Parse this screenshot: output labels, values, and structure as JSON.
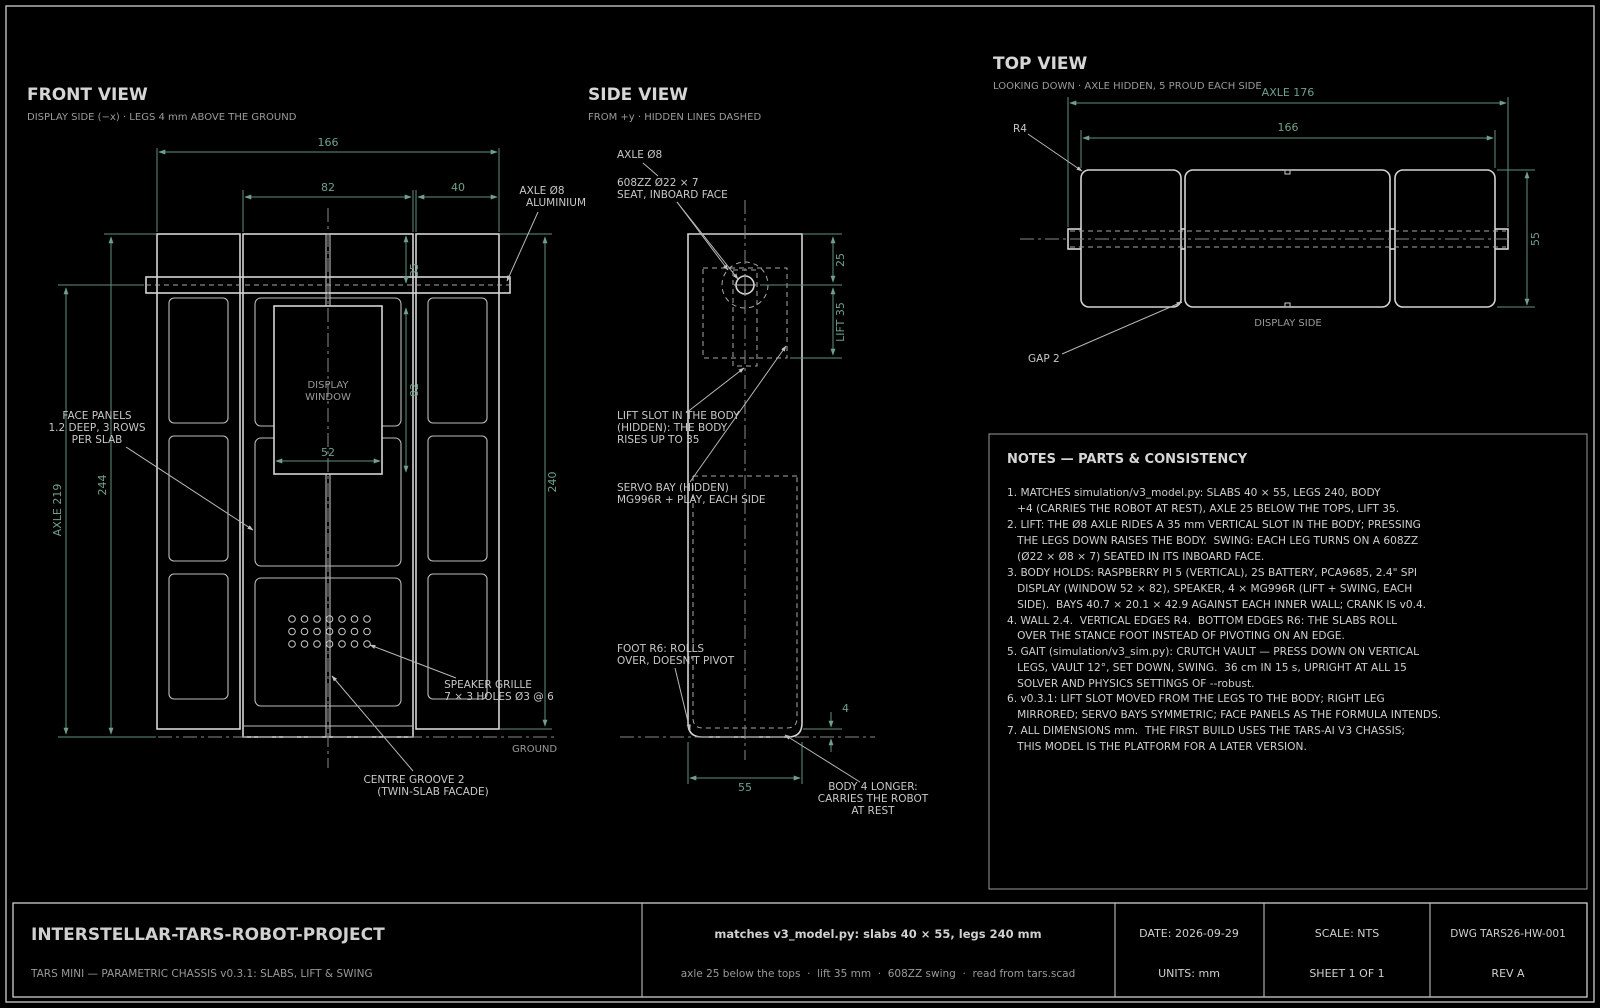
{
  "views": {
    "front": {
      "title": "FRONT VIEW",
      "subtitle": "DISPLAY SIDE (−x) · LEGS 4 mm ABOVE THE GROUND",
      "dims": {
        "overall_width": "166",
        "center_width": "82",
        "leg_width": "40",
        "axle_height": "AXLE 219",
        "body_height": "244",
        "leg_height": "240",
        "axle_from_top": "35",
        "window_height": "82",
        "window_width": "52"
      },
      "labels": {
        "axle": [
          "AXLE Ø8",
          "ALUMINIUM"
        ],
        "face_panels": [
          "FACE PANELS",
          "1.2 DEEP, 3 ROWS",
          "PER SLAB"
        ],
        "display_window": [
          "DISPLAY",
          "WINDOW"
        ],
        "speaker": [
          "SPEAKER GRILLE",
          "7 × 3 HOLES Ø3 @ 6"
        ],
        "groove": [
          "CENTRE GROOVE 2",
          "(TWIN-SLAB FACADE)"
        ],
        "ground": "GROUND"
      }
    },
    "side": {
      "title": "SIDE VIEW",
      "subtitle": "FROM +y · HIDDEN LINES DASHED",
      "dims": {
        "top": "25",
        "lift": "LIFT 35",
        "foot": "4",
        "depth": "55"
      },
      "labels": {
        "axle": "AXLE Ø8",
        "bearing": [
          "608ZZ Ø22 × 7",
          "SEAT, INBOARD FACE"
        ],
        "lift_slot": [
          "LIFT SLOT IN THE BODY",
          "(HIDDEN): THE BODY",
          "RISES UP TO 35"
        ],
        "servo": [
          "SERVO BAY (HIDDEN)",
          "MG996R + PLAY, EACH SIDE"
        ],
        "foot": [
          "FOOT R6: ROLLS",
          "OVER, DOESN'T PIVOT"
        ],
        "body_longer": [
          "BODY 4 LONGER:",
          "CARRIES THE ROBOT",
          "AT REST"
        ]
      }
    },
    "top": {
      "title": "TOP VIEW",
      "subtitle": "LOOKING DOWN · AXLE HIDDEN, 5 PROUD EACH SIDE",
      "dims": {
        "axle": "AXLE 176",
        "width": "166",
        "depth": "55"
      },
      "labels": {
        "r4": "R4",
        "gap": "GAP 2",
        "display_side": "DISPLAY SIDE"
      }
    }
  },
  "notes": {
    "title": "NOTES — PARTS & CONSISTENCY",
    "lines": [
      "1. MATCHES simulation/v3_model.py: SLABS 40 × 55, LEGS 240, BODY",
      "   +4 (CARRIES THE ROBOT AT REST), AXLE 25 BELOW THE TOPS, LIFT 35.",
      "2. LIFT: THE Ø8 AXLE RIDES A 35 mm VERTICAL SLOT IN THE BODY; PRESSING",
      "   THE LEGS DOWN RAISES THE BODY.  SWING: EACH LEG TURNS ON A 608ZZ",
      "   (Ø22 × Ø8 × 7) SEATED IN ITS INBOARD FACE.",
      "3. BODY HOLDS: RASPBERRY PI 5 (VERTICAL), 2S BATTERY, PCA9685, 2.4\" SPI",
      "   DISPLAY (WINDOW 52 × 82), SPEAKER, 4 × MG996R (LIFT + SWING, EACH",
      "   SIDE).  BAYS 40.7 × 20.1 × 42.9 AGAINST EACH INNER WALL; CRANK IS v0.4.",
      "4. WALL 2.4.  VERTICAL EDGES R4.  BOTTOM EDGES R6: THE SLABS ROLL",
      "   OVER THE STANCE FOOT INSTEAD OF PIVOTING ON AN EDGE.",
      "5. GAIT (simulation/v3_sim.py): CRUTCH VAULT — PRESS DOWN ON VERTICAL",
      "   LEGS, VAULT 12°, SET DOWN, SWING.  36 cm IN 15 s, UPRIGHT AT ALL 15",
      "   SOLVER AND PHYSICS SETTINGS OF --robust.",
      "6. v0.3.1: LIFT SLOT MOVED FROM THE LEGS TO THE BODY; RIGHT LEG",
      "   MIRRORED; SERVO BAYS SYMMETRIC; FACE PANELS AS THE FORMULA INTENDS.",
      "7. ALL DIMENSIONS mm.  THE FIRST BUILD USES THE TARS-AI V3 CHASSIS;",
      "   THIS MODEL IS THE PLATFORM FOR A LATER VERSION."
    ]
  },
  "title_block": {
    "project": "INTERSTELLAR-TARS-ROBOT-PROJECT",
    "subtitle": "TARS MINI — PARAMETRIC CHASSIS v0.3.1: SLABS, LIFT & SWING",
    "match_line": "matches v3_model.py: slabs 40 × 55, legs 240 mm",
    "detail_line": "axle 25 below the tops  ·  lift 35 mm  ·  608ZZ swing  ·  read from tars.scad",
    "date": "DATE: 2026-09-29",
    "units": "UNITS: mm",
    "scale": "SCALE: NTS",
    "sheet": "SHEET 1 OF 1",
    "dwg": "DWG TARS26-HW-001",
    "rev": "REV A"
  },
  "colors": {
    "background": "#000000",
    "line": "#d4d4d4",
    "dimension": "#5f8f7c"
  }
}
